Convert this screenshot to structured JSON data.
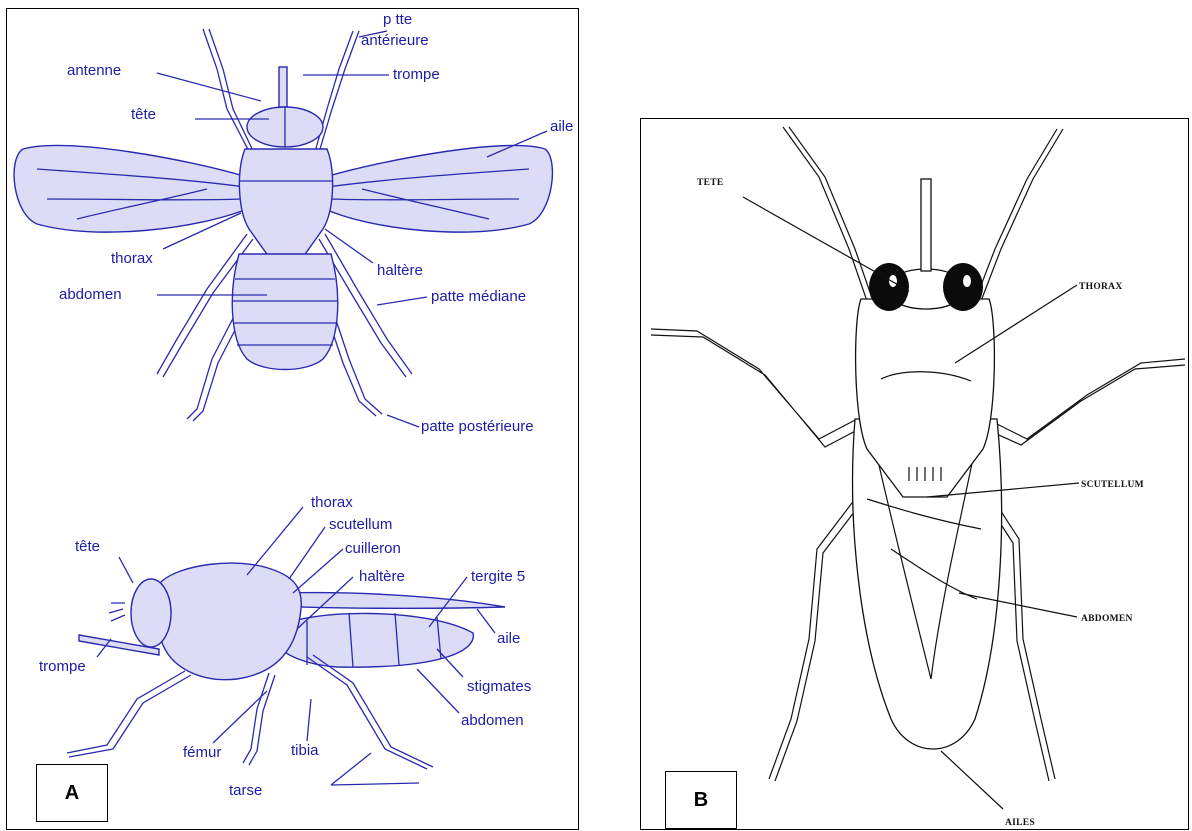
{
  "panel_a": {
    "letter": "A",
    "labels": {
      "patte_anterieure_1": "p  tte",
      "patte_anterieure_2": "antérieure",
      "antenne": "antenne",
      "trompe_top": "trompe",
      "tete_top": "tête",
      "aile_top": "aile",
      "thorax_top": "thorax",
      "haltere_top": "haltère",
      "abdomen_top": "abdomen",
      "patte_mediane": "patte médiane",
      "patte_posterieure": "patte postérieure",
      "thorax_side": "thorax",
      "scutellum": "scutellum",
      "cuilleron": "cuilleron",
      "tete_side": "tête",
      "haltere_side": "haltère",
      "tergite": "tergite 5",
      "aile_side": "aile",
      "trompe_side": "trompe",
      "stigmates": "stigmates",
      "femur": "fémur",
      "tibia": "tibia",
      "abdomen_side": "abdomen",
      "tarse": "tarse"
    }
  },
  "panel_b": {
    "letter": "B",
    "labels": {
      "tete": "TETE",
      "thorax": "THORAX",
      "scutellum": "SCUTELLUM",
      "abdomen": "ABDOMEN",
      "ailes": "AILES"
    }
  },
  "colors": {
    "diagram_a_line": "#2a2ab0",
    "diagram_a_fill": "#dcdcf6",
    "diagram_b_line": "#111111"
  }
}
